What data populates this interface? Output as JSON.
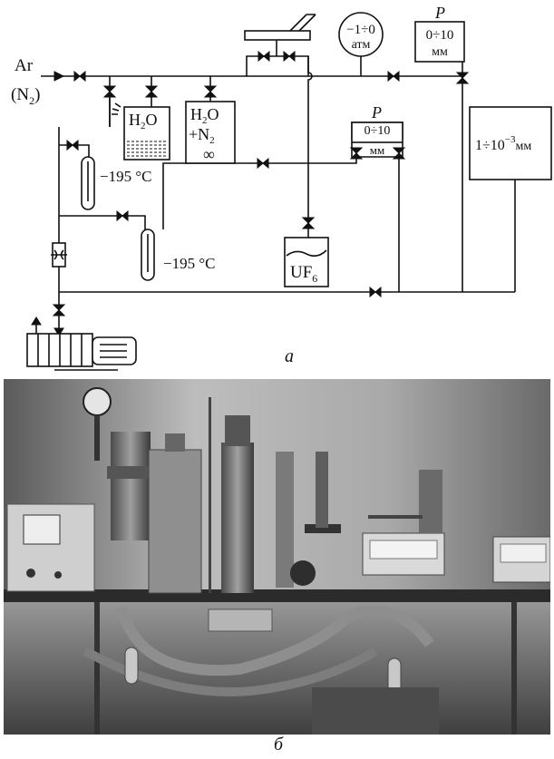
{
  "panel_a": {
    "caption": "а",
    "inlet_gas": "Ar",
    "inlet_gas_alt": "(N",
    "inlet_gas_alt_sub": "2",
    "inlet_gas_alt_close": ")",
    "flask_water": {
      "line1": "H",
      "line1_sub": "2",
      "line1_rest": "O"
    },
    "flask_water_n2": {
      "line1": "H",
      "line1_sub": "2",
      "line1_rest": "O",
      "line2": "+N",
      "line2_sub": "2",
      "line3": "∞"
    },
    "gauge_atm": {
      "range": "−1÷0",
      "unit": "атм"
    },
    "gauge_p_top": {
      "symbol": "P",
      "range": "0÷10",
      "unit": "мм"
    },
    "gauge_p_mid": {
      "symbol": "P",
      "range": "0÷10",
      "unit": "мм"
    },
    "vacuum_gauge": {
      "text": "1÷10",
      "exp": "−3",
      "unit": "мм"
    },
    "trap_upper_temp": "−195 °C",
    "trap_lower_temp": "−195 °C",
    "uf6_vessel": {
      "label": "UF",
      "sub": "6"
    }
  },
  "panel_b": {
    "caption": "б"
  }
}
